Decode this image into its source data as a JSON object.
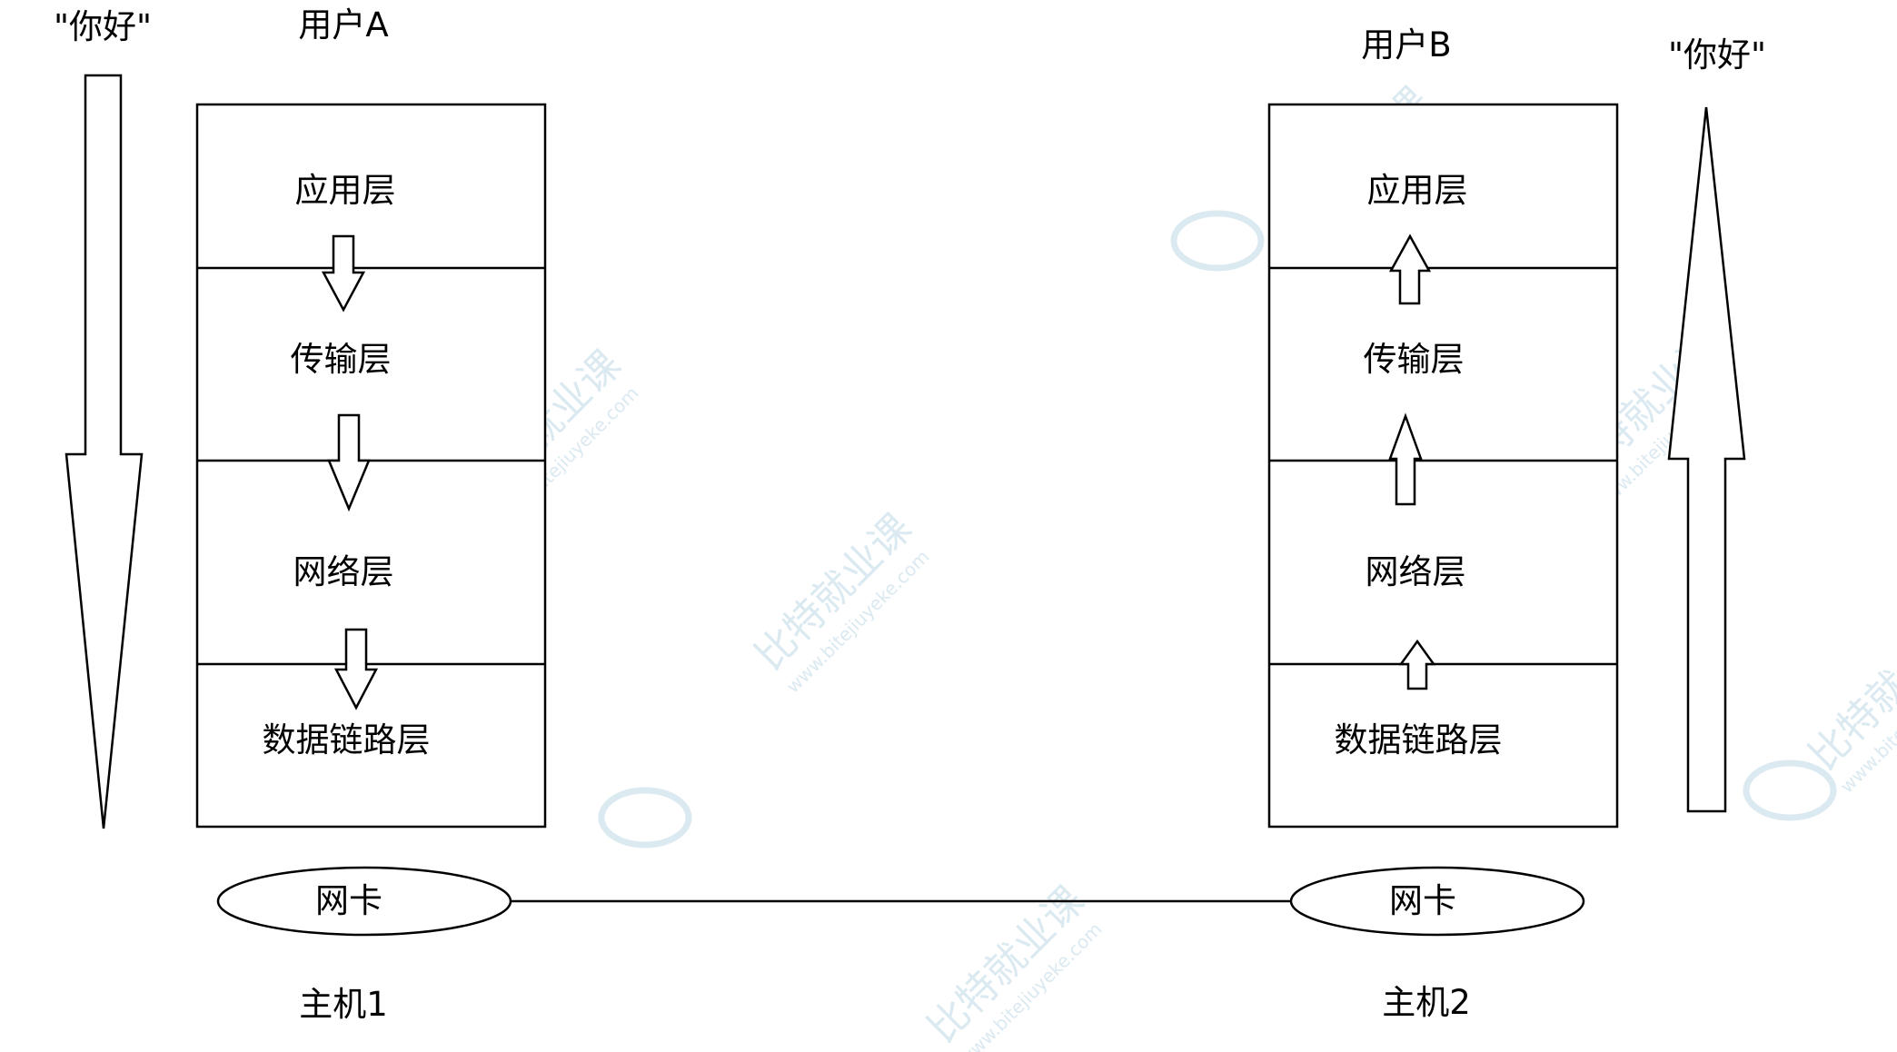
{
  "colors": {
    "stroke": "#000000",
    "background": "#ffffff",
    "watermark": "#dbe9f1"
  },
  "host1": {
    "user_label": "用户A",
    "message_label": "\"你好\"",
    "layers": [
      "应用层",
      "传输层",
      "网络层",
      "数据链路层"
    ],
    "nic_label": "网卡",
    "host_label": "主机1",
    "flow_direction": "down"
  },
  "host2": {
    "user_label": "用户B",
    "message_label": "\"你好\"",
    "layers": [
      "应用层",
      "传输层",
      "网络层",
      "数据链路层"
    ],
    "nic_label": "网卡",
    "host_label": "主机2",
    "flow_direction": "up"
  },
  "watermark": {
    "brand_text": "比特就业课",
    "url_text": "www.bitejiuyeke.com"
  }
}
